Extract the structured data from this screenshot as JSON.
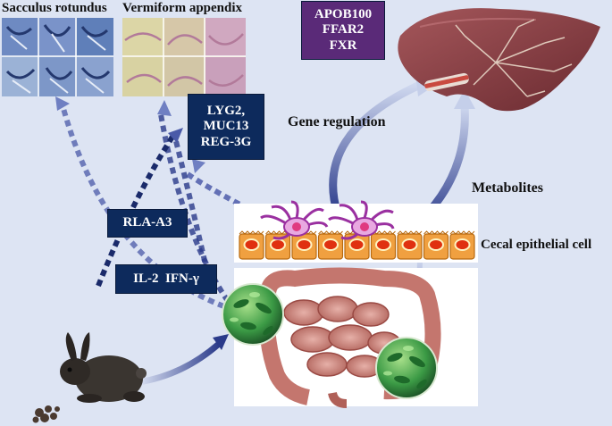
{
  "labels": {
    "sacculus": "Sacculus rotundus",
    "appendix": "Vermiform appendix",
    "gene_regulation": "Gene   regulation",
    "metabolites": "Metabolites",
    "cecal_cell": "Cecal epithelial cell"
  },
  "boxes": {
    "genes_liver": [
      "APOB100",
      "FFAR2",
      "FXR"
    ],
    "genes_appendix": [
      "LYG2,",
      "MUC13",
      "REG-3G"
    ],
    "rla": "RLA-A3",
    "cytokines": "IL-2  IFN-γ"
  },
  "colors": {
    "background": "#dde4f3",
    "navy_box": "#0d2a5c",
    "purple_box": "#5a2a78",
    "arrow_dark": "#1a2a6a",
    "liver": "#8a3e42",
    "cell": "#f0a040",
    "nucleus": "#e03010",
    "microbe": "#2c8a3c",
    "rabbit": "#3a3530"
  },
  "icons": [
    "liver-icon",
    "rabbit-icon",
    "intestine-icon",
    "microbe-icon",
    "epithelial-cell-icon",
    "histology-image"
  ]
}
